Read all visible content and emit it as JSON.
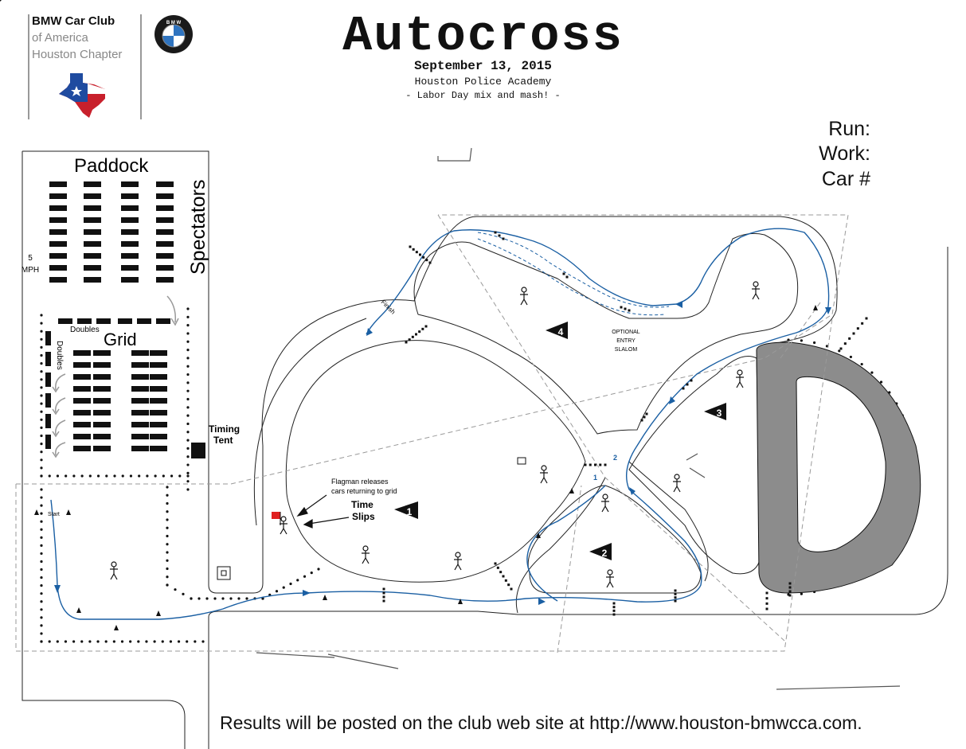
{
  "header": {
    "club_name": "BMW Car Club",
    "club_line2": "of America",
    "club_line3": "Houston Chapter",
    "event_title": "Autocross",
    "event_date": "September 13, 2015",
    "venue": "Houston Police Academy",
    "tagline": "- Labor Day mix and mash! -"
  },
  "form_fields": {
    "run": "Run:",
    "work": "Work:",
    "car": "Car #"
  },
  "map_labels": {
    "paddock": "Paddock",
    "spectators": "Spectators",
    "grid": "Grid",
    "doubles_top": "Doubles",
    "doubles_side": "Doubles",
    "speed_value": "5",
    "speed_unit": "MPH",
    "timing_line1": "Timing",
    "timing_line2": "Tent",
    "start": "Start",
    "finish": "Finish",
    "flagman_line1": "Flagman releases",
    "flagman_line2": "cars returning to grid",
    "time_slips_line1": "Time",
    "time_slips_line2": "Slips",
    "optional_line1": "OPTIONAL",
    "optional_line2": "ENTRY",
    "optional_line3": "SLALOM"
  },
  "workers": [
    "1",
    "2",
    "3",
    "4"
  ],
  "split_marks": [
    "1",
    "2"
  ],
  "colors": {
    "course_line": "#1a5fa3",
    "surface_gray": "#8c8c8c",
    "flag_red": "#e02020",
    "boundary_dash": "#9a9a9a"
  },
  "footer": {
    "results_text": "Results will be posted on the club web site at http://www.houston-bmwcca.com."
  }
}
